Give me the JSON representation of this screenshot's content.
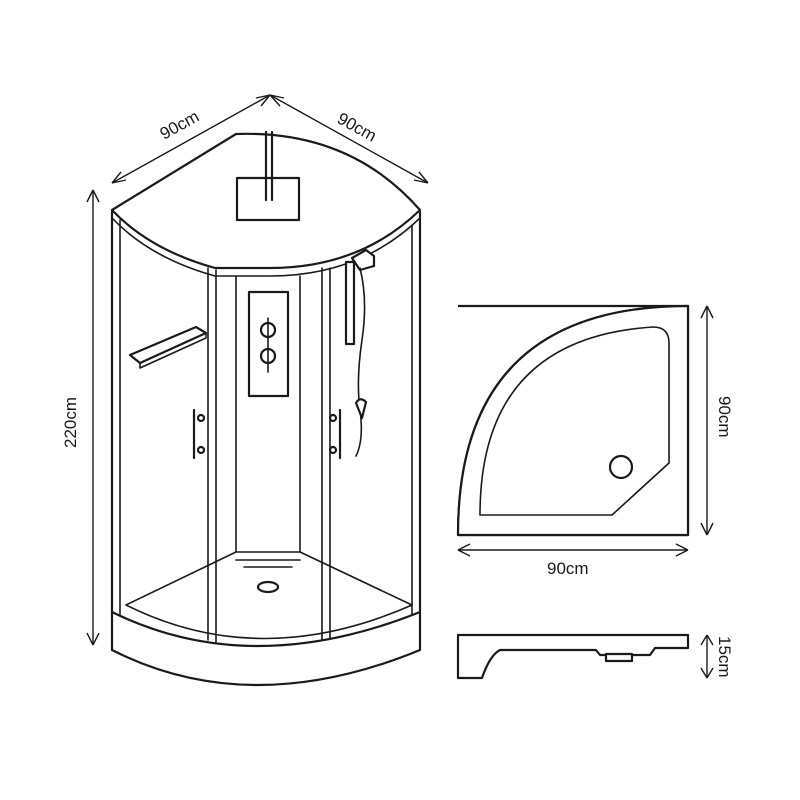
{
  "dimensions": {
    "top_left_width": "90cm",
    "top_right_depth": "90cm",
    "height": "220cm",
    "tray_depth": "90cm",
    "tray_width": "90cm",
    "tray_height": "15cm"
  },
  "colors": {
    "line": "#1a1a1a",
    "background": "#ffffff"
  }
}
